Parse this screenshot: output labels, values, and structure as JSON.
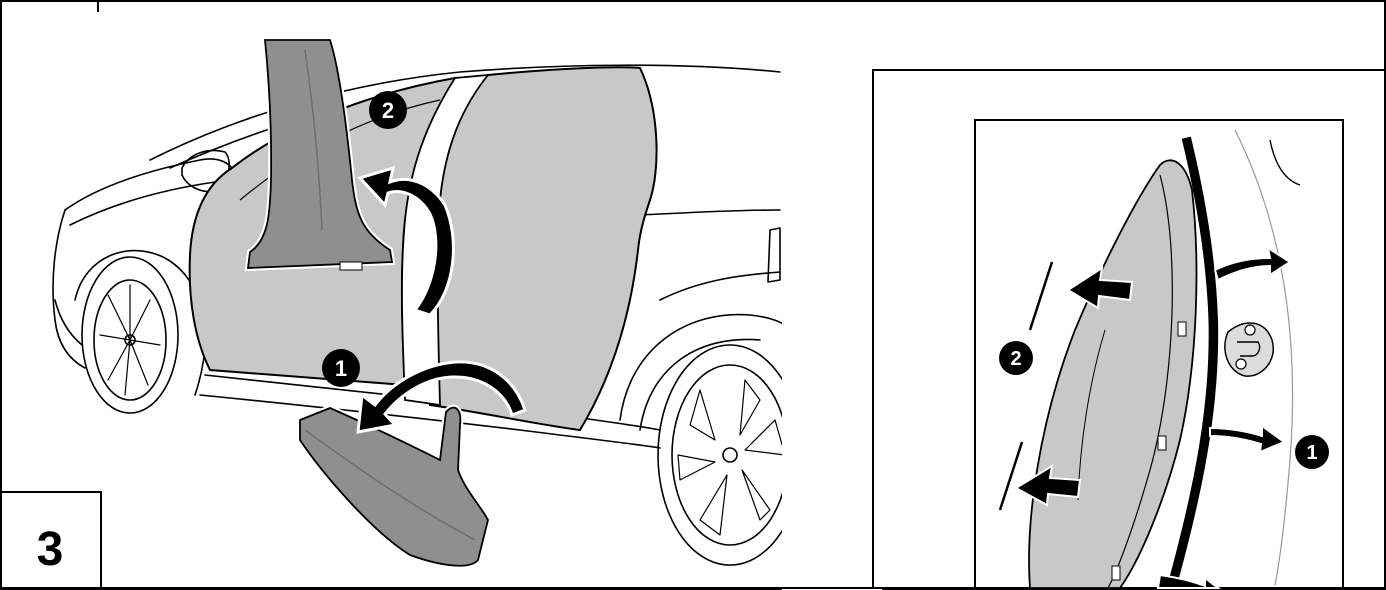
{
  "figure": {
    "step_number": "3",
    "callouts": {
      "main_1": "1",
      "main_2": "2",
      "detail_1": "1",
      "detail_2": "2"
    },
    "colors": {
      "panel_fill": "#c8c8c8",
      "part_fill": "#8f8f8f",
      "part_dark": "#6e6e6e",
      "line": "#000000",
      "callout_bg": "#000000",
      "callout_text": "#ffffff"
    }
  }
}
